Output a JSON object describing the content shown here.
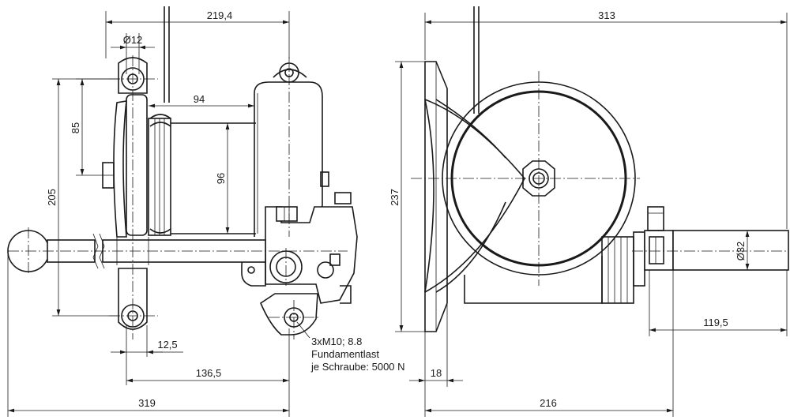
{
  "dimensions": {
    "d219_4": "219,4",
    "d12": "Ø12",
    "d94": "94",
    "d85": "85",
    "d96": "96",
    "d205": "205",
    "d12_5": "12,5",
    "d136_5": "136,5",
    "d319": "319",
    "d313": "313",
    "d237": "237",
    "d32": "Ø32",
    "d119_5": "119,5",
    "d18": "18",
    "d216": "216"
  },
  "note": {
    "line1": "3xM10; 8.8",
    "line2": "Fundamentlast",
    "line3": "je Schraube: 5000 N"
  },
  "colors": {
    "line": "#1a1a1a",
    "background": "#ffffff"
  }
}
